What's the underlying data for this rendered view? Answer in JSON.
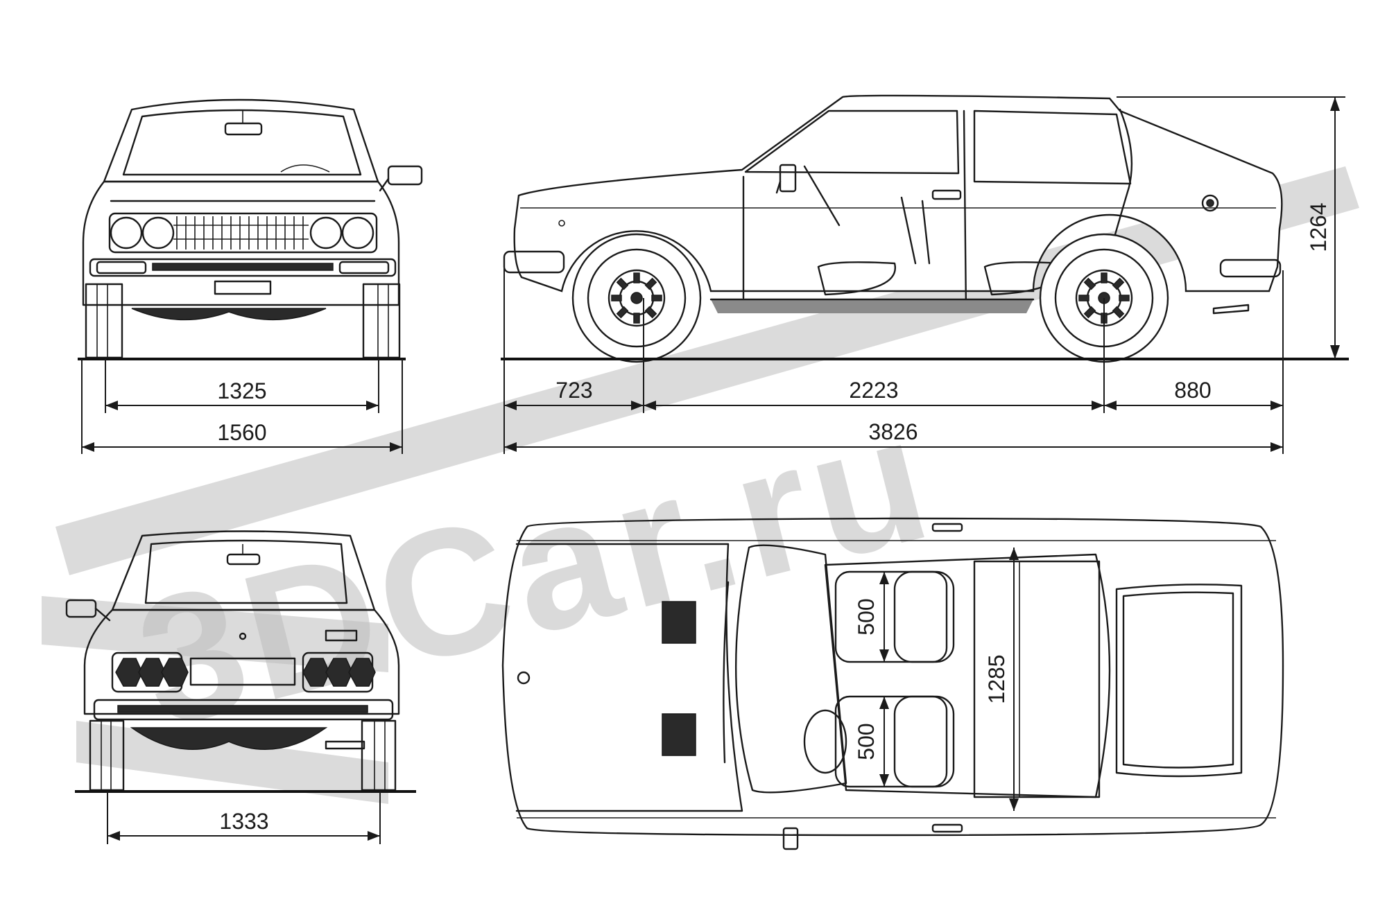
{
  "dimensions": {
    "front_track": "1325",
    "front_width": "1560",
    "rear_track": "1333",
    "front_overhang": "723",
    "wheelbase": "2223",
    "rear_overhang": "880",
    "overall_length": "3826",
    "height": "1264",
    "seat_depth_front": "500",
    "seat_depth_rear": "500",
    "interior_width": "1285"
  },
  "watermark": "3DCar.ru",
  "colors": {
    "line": "#1a1a1a",
    "watermark": "#bdbdbd",
    "background": "#ffffff"
  }
}
